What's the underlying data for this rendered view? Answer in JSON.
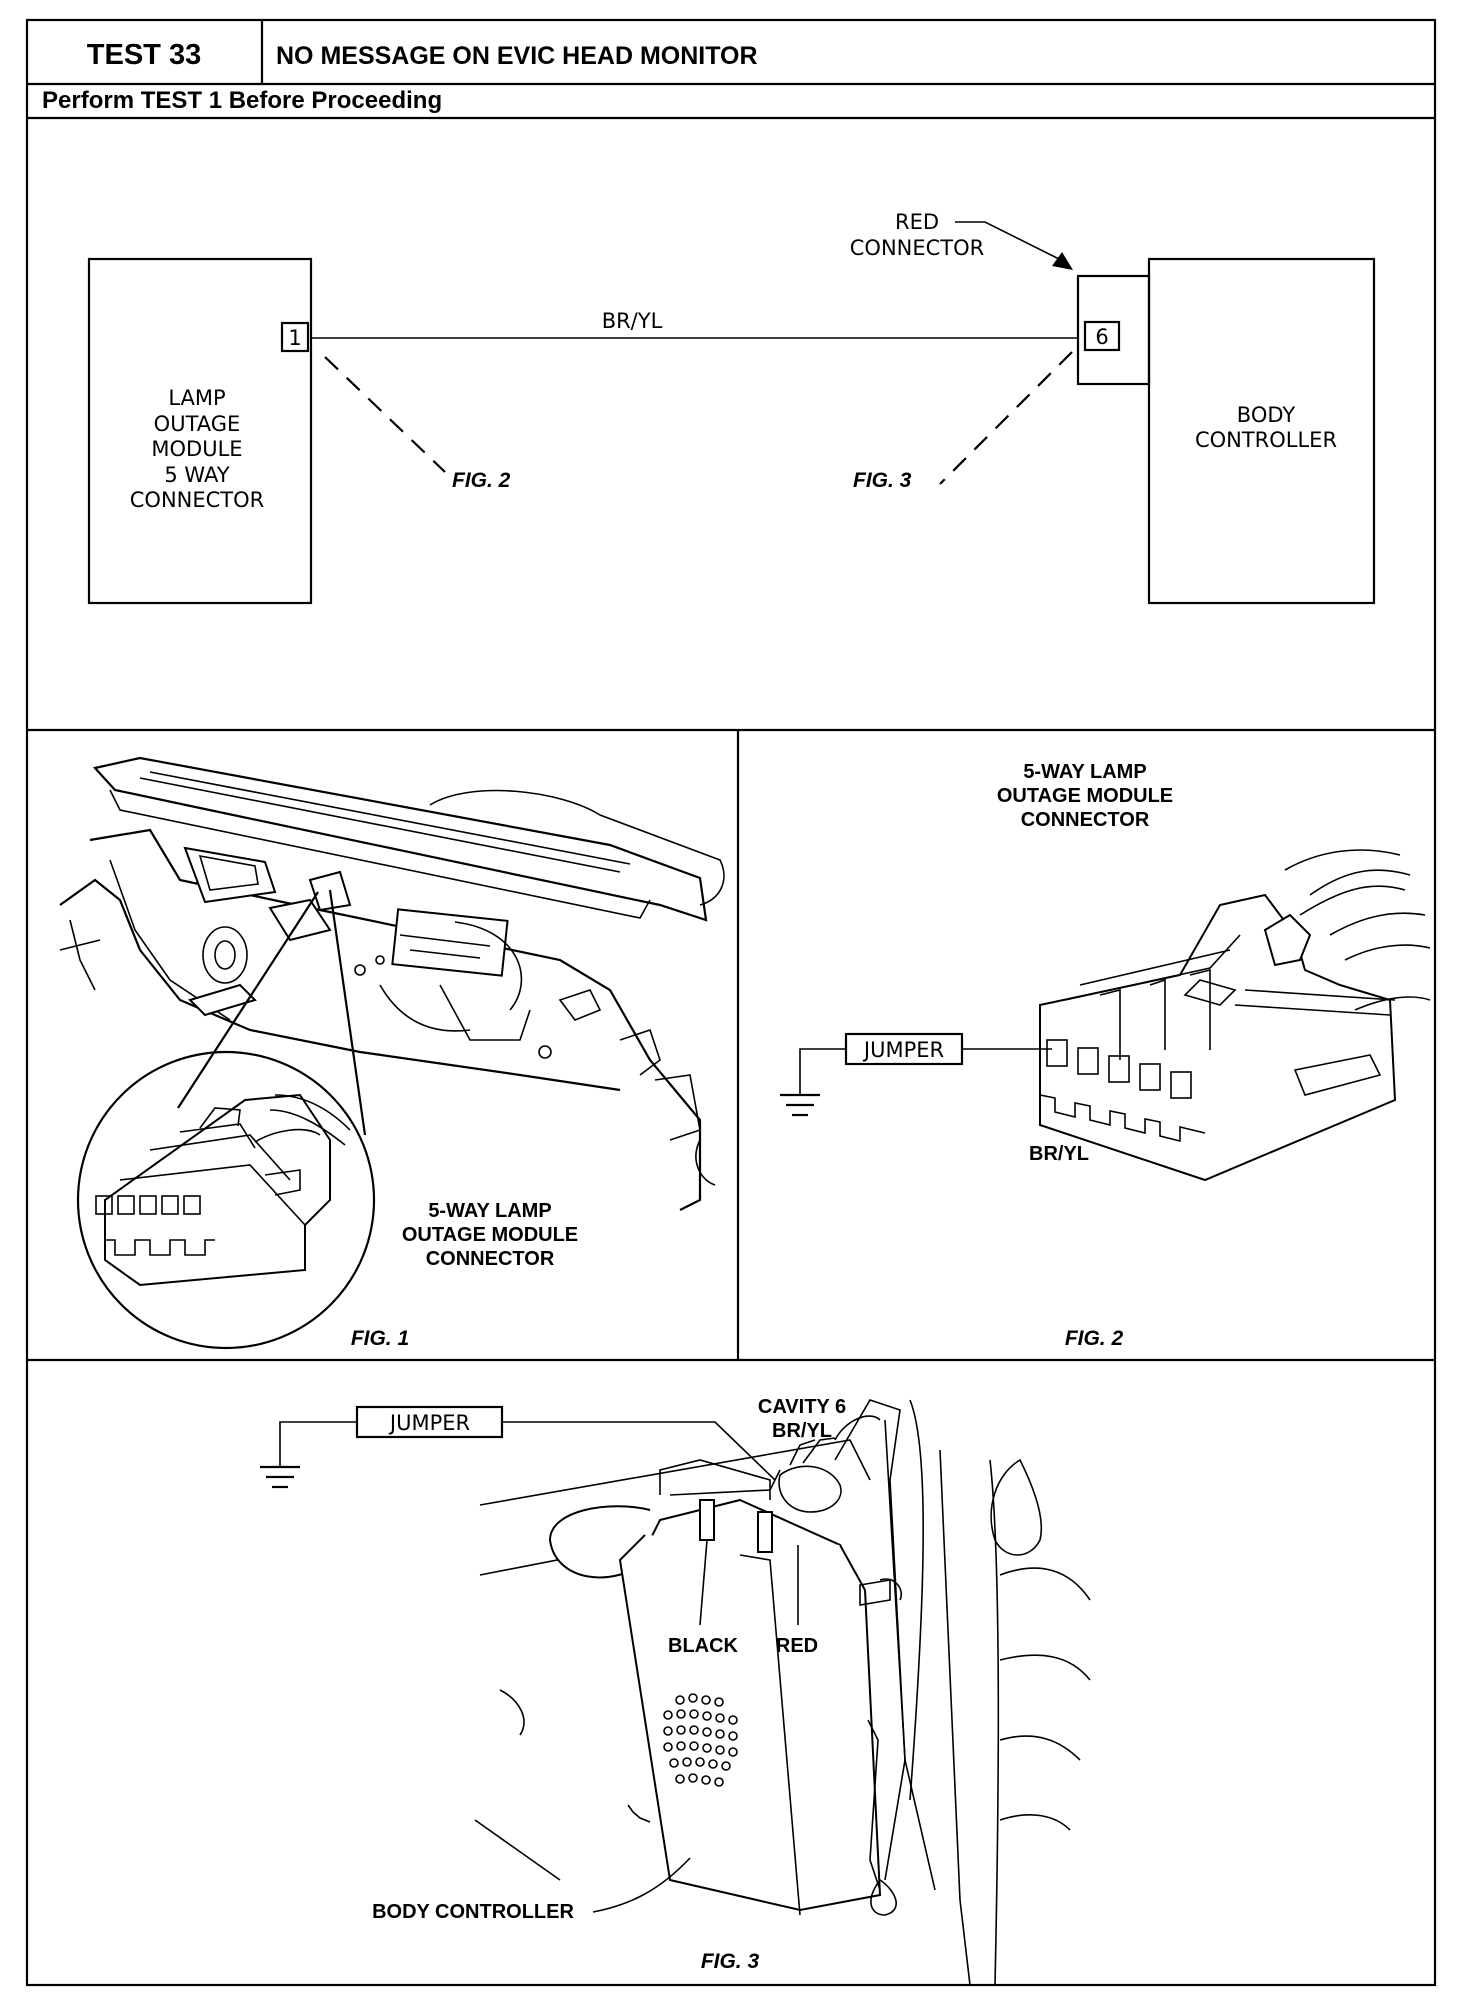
{
  "header": {
    "test_number": "TEST 33",
    "title": "NO MESSAGE ON EVIC HEAD MONITOR",
    "instruction": "Perform TEST 1 Before Proceeding"
  },
  "schematic": {
    "left_module": [
      "LAMP",
      "OUTAGE",
      "MODULE",
      "5 WAY",
      "CONNECTOR"
    ],
    "right_module": [
      "BODY",
      "CONTROLLER"
    ],
    "left_pin": "1",
    "right_pin": "6",
    "wire_label": "BR/YL",
    "connector_callout": [
      "RED",
      "CONNECTOR"
    ],
    "fig_ref_left": "FIG. 2",
    "fig_ref_right": "FIG. 3"
  },
  "fig1": {
    "caption": "FIG. 1",
    "callout": [
      "5-WAY LAMP",
      "OUTAGE MODULE",
      "CONNECTOR"
    ]
  },
  "fig2": {
    "caption": "FIG. 2",
    "title": [
      "5-WAY LAMP",
      "OUTAGE MODULE",
      "CONNECTOR"
    ],
    "jumper": "JUMPER",
    "wire": "BR/YL"
  },
  "fig3": {
    "caption": "FIG. 3",
    "jumper": "JUMPER",
    "cavity": [
      "CAVITY 6",
      "BR/YL"
    ],
    "black": "BLACK",
    "red": "RED",
    "body_controller": "BODY CONTROLLER"
  }
}
